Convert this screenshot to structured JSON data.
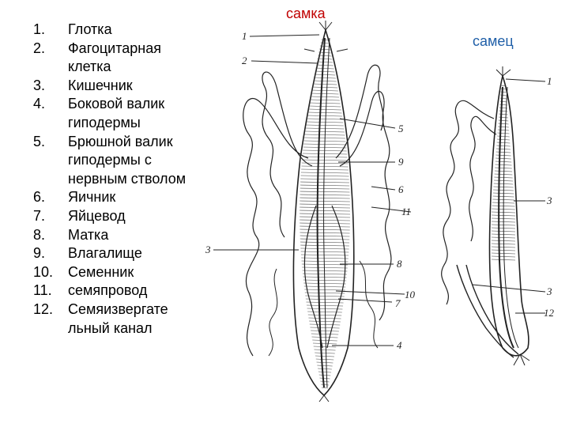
{
  "legend": [
    {
      "num": "1.",
      "text": "Глотка"
    },
    {
      "num": "2.",
      "text": "Фагоцитарная клетка"
    },
    {
      "num": "3.",
      "text": "Кишечник"
    },
    {
      "num": "4.",
      "text": "Боковой валик гиподермы"
    },
    {
      "num": "5.",
      "text": "Брюшной валик гиподермы с нервным стволом"
    },
    {
      "num": "6.",
      "text": "Яичник"
    },
    {
      "num": "7.",
      "text": "Яйцевод"
    },
    {
      "num": "8.",
      "text": "Матка"
    },
    {
      "num": "9.",
      "text": "Влагалище"
    },
    {
      "num": "10.",
      "text": "Семенник"
    },
    {
      "num": "11.",
      "text": "семяпровод"
    },
    {
      "num": "12.",
      "text": "Семяизвергате льный канал"
    }
  ],
  "titles": {
    "female": "самка",
    "male": "самец"
  },
  "diagram_labels": {
    "female": [
      "1",
      "2",
      "5",
      "9",
      "6",
      "11",
      "3",
      "8",
      "10",
      "7",
      "4"
    ],
    "male": [
      "1",
      "3",
      "3",
      "12"
    ]
  },
  "colors": {
    "female_title": "#c00000",
    "male_title": "#1f5fa8",
    "ink": "#222222"
  }
}
